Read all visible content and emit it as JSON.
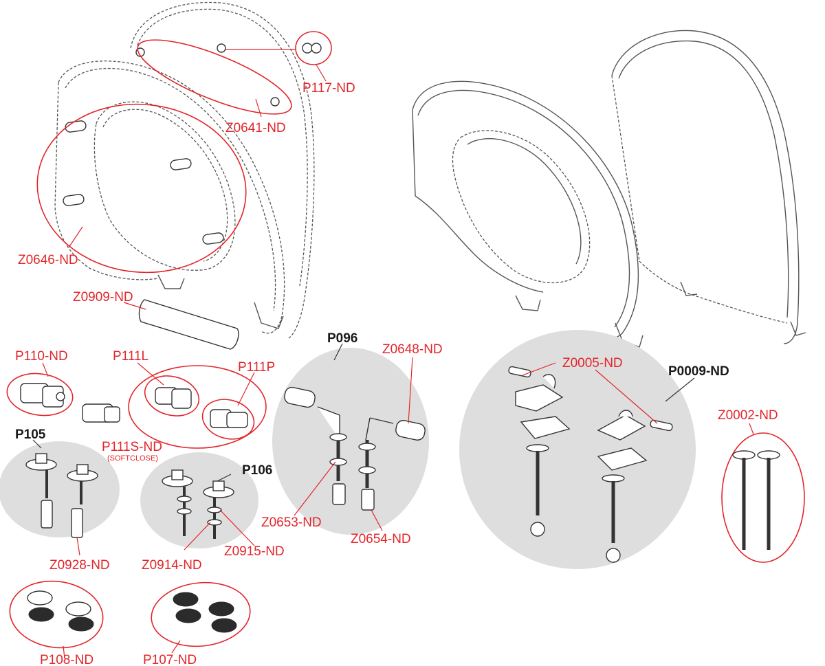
{
  "colors": {
    "callout": "#e3252a",
    "kit_label": "#1a1a1a",
    "kit_background": "#dedede"
  },
  "labels": {
    "p117": "P117-ND",
    "z0641": "Z0641-ND",
    "z0646": "Z0646-ND",
    "z0909": "Z0909-ND",
    "p110": "P110-ND",
    "p111l": "P111L",
    "p111p": "P111P",
    "p111s": "P111S-ND",
    "softclose": "(SOFTCLOSE)",
    "p105": "P105",
    "p106": "P106",
    "z0928": "Z0928-ND",
    "z0914": "Z0914-ND",
    "z0915": "Z0915-ND",
    "p108": "P108-ND",
    "p107": "P107-ND",
    "p096": "P096",
    "z0648": "Z0648-ND",
    "z0653": "Z0653-ND",
    "z0654": "Z0654-ND",
    "z0005": "Z0005-ND",
    "p0009": "P0009-ND",
    "z0002": "Z0002-ND"
  }
}
